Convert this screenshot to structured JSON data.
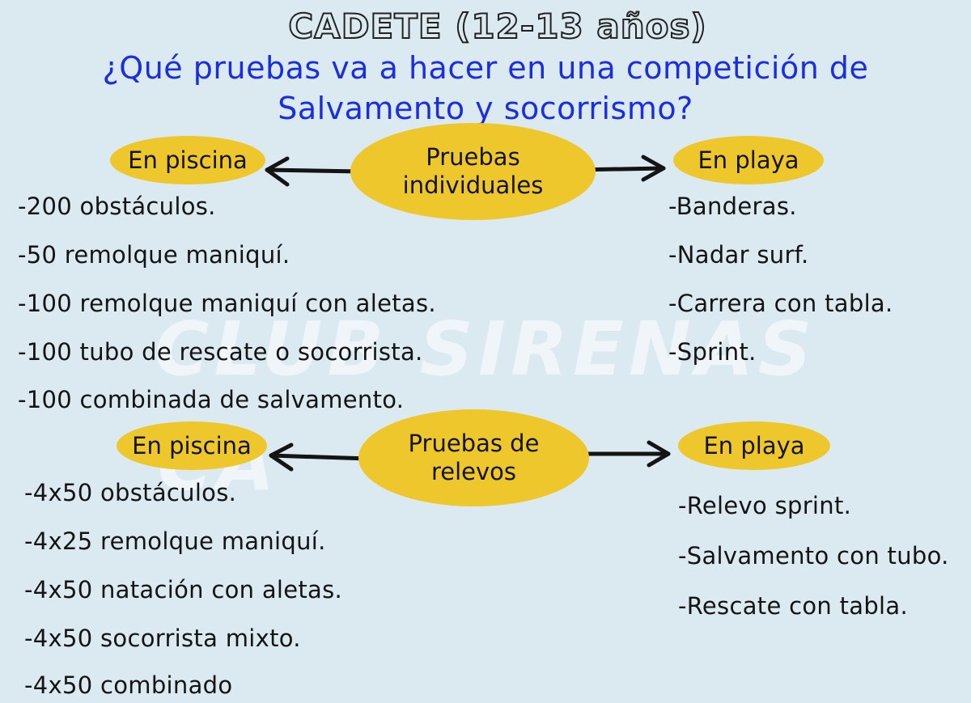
{
  "title": "CADETE (12-13 años)",
  "question": {
    "line1": "¿Qué pruebas va a hacer en una competición de",
    "line2": "Salvamento y socorrismo?"
  },
  "watermark": {
    "line1": "CLUB SIRENAS",
    "line2": "CA"
  },
  "individuales": {
    "center": "Pruebas individuales",
    "left_label": "En piscina",
    "right_label": "En playa",
    "piscina_items": [
      "-200 obstáculos.",
      "-50 remolque maniquí.",
      "-100 remolque maniquí con aletas.",
      "-100 tubo de rescate o socorrista.",
      "-100 combinada de salvamento."
    ],
    "playa_items": [
      "-Banderas.",
      "-Nadar surf.",
      "-Carrera con tabla.",
      "-Sprint."
    ]
  },
  "relevos": {
    "center": "Pruebas de relevos",
    "left_label": "En piscina",
    "right_label": "En playa",
    "piscina_items": [
      "-4x50 obstáculos.",
      "-4x25 remolque maniquí.",
      "-4x50 natación con aletas.",
      "-4x50 socorrista mixto.",
      "-4x50 combinado"
    ],
    "playa_items": [
      "-Relevo sprint.",
      "-Salvamento con tubo.",
      "-Rescate con tabla."
    ]
  },
  "colors": {
    "background": "#dbe9f1",
    "ellipse": "#eec72d",
    "question": "#1a2ee0",
    "text": "#141414"
  }
}
